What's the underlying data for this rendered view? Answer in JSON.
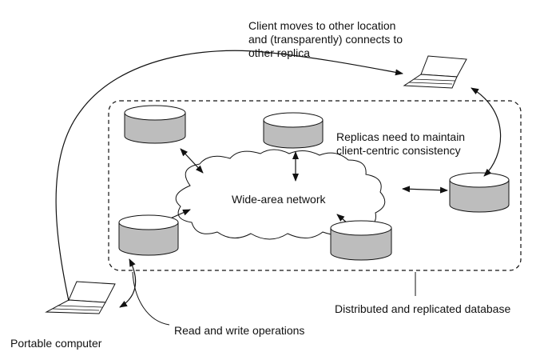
{
  "diagram": {
    "labels": {
      "client_moves": "Client moves to other location\nand (transparently) connects to\nother replica",
      "replicas_consistency": "Replicas need to maintain\nclient-centric consistency",
      "network": "Wide-area network",
      "database": "Distributed and replicated database",
      "operations": "Read and write operations",
      "portable_computer": "Portable computer"
    },
    "colors": {
      "stroke": "#111111",
      "cylinder_fill": "#bdbdbd",
      "cylinder_top": "#ffffff",
      "laptop_fill": "#ffffff",
      "background": "#ffffff"
    },
    "icons": [
      "database-cylinder",
      "laptop",
      "cloud"
    ]
  }
}
